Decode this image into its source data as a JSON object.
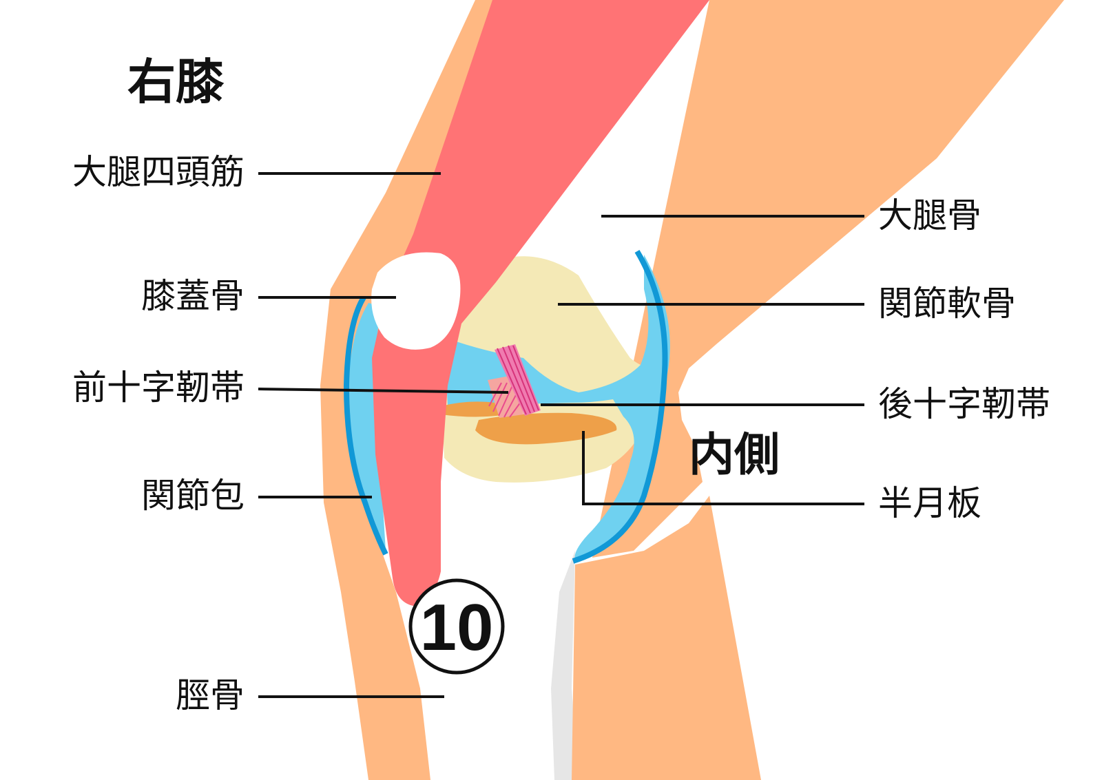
{
  "title": "右膝",
  "side_label": "内側",
  "badge_number": "10",
  "labels": {
    "quadriceps": "大腿四頭筋",
    "patella": "膝蓋骨",
    "acl": "前十字靭帯",
    "joint_capsule": "関節包",
    "tibia": "脛骨",
    "femur": "大腿骨",
    "articular_cartilage": "関節軟骨",
    "pcl": "後十字靭帯",
    "meniscus": "半月板"
  },
  "colors": {
    "bone": "#ffb882",
    "muscle": "#ff7375",
    "cartilage": "#f4e9b6",
    "synovial_fluid": "#6fd1f0",
    "capsule_outline": "#1198d6",
    "meniscus": "#eea049",
    "ligament": "#e94a8d",
    "shadow": "#e6e6e6"
  }
}
